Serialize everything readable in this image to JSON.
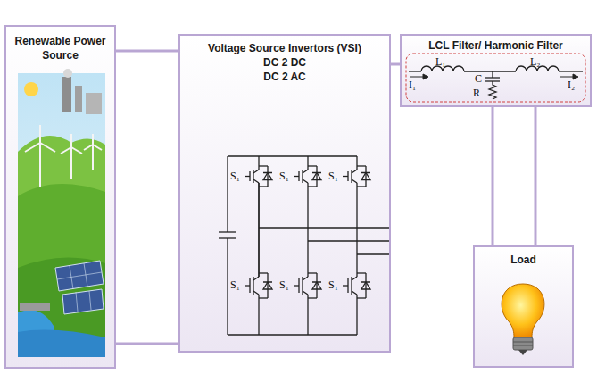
{
  "diagram": {
    "nodes": [
      {
        "text": [
          "Renewable Power Source"
        ]
      },
      {
        "text": [
          "Voltage Source Invertors (VSI)",
          "DC 2 DC",
          "DC 2 AC"
        ]
      },
      {
        "text": [
          "LCL Filter/ Harmonic Filter"
        ]
      },
      {
        "text": [
          "Load"
        ]
      }
    ],
    "edges": [
      {
        "from": 0,
        "to": 1,
        "arrow": "none"
      },
      {
        "from": 0,
        "to": 1,
        "arrow": "none"
      },
      {
        "from": 1,
        "to": 2,
        "arrow": "none"
      },
      {
        "from": 2,
        "to": 3,
        "arrow": "none"
      },
      {
        "from": 2,
        "to": 3,
        "arrow": "none"
      }
    ],
    "labels": [
      "L₁",
      "L₂",
      "I₁",
      "I₂",
      "C",
      "R",
      "S₁",
      "S₁",
      "S₁",
      "S₁",
      "S₁",
      "S₁"
    ]
  }
}
